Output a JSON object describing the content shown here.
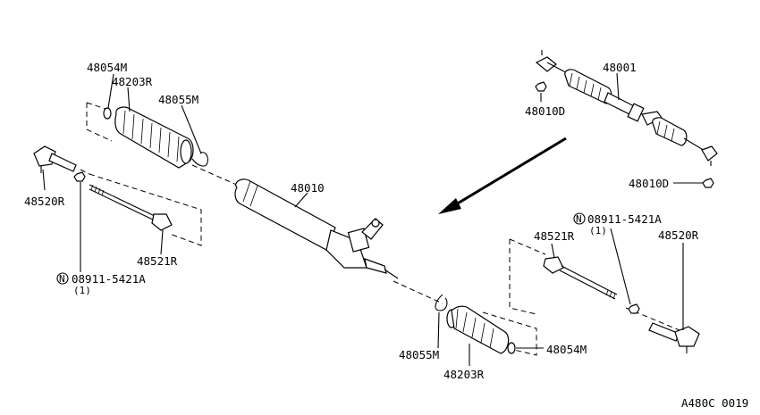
{
  "labels": {
    "p48054m_top": "48054M",
    "p48203r_top": "48203R",
    "p48055m_top": "48055M",
    "p48001": "48001",
    "p48010d_top": "48010D",
    "p48010d_right": "48010D",
    "p48520r_left": "48520R",
    "p48010": "48010",
    "p48521r_left": "48521R",
    "nut_left_code": "08911-5421A",
    "nut_left_qty": "(1)",
    "nut_right_code": "08911-5421A",
    "nut_right_qty": "(1)",
    "p48521r_right": "48521R",
    "p48520r_right": "48520R",
    "p48055m_bottom": "48055M",
    "p48054m_bottom": "48054M",
    "p48203r_bottom": "48203R",
    "ref_code": "A480C 0019"
  },
  "symbols": {
    "circled_n": "N"
  }
}
